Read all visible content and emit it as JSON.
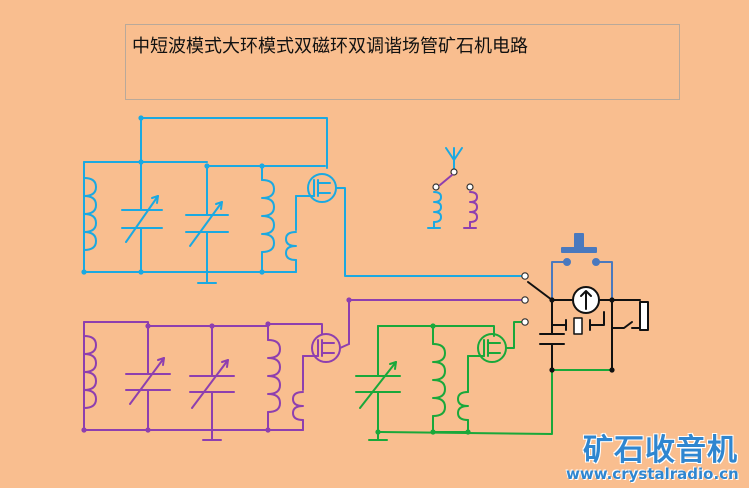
{
  "title": "中短波模式大环模式双磁环双调谐场管矿石机电路",
  "brand": {
    "logo_text": "矿石收音机",
    "url": "www.crystalradio.cn"
  },
  "colors": {
    "background": "#F9BE8F",
    "blue_circuit": "#1BA9E1",
    "purple_circuit": "#8E3FAF",
    "green_circuit": "#19A83A",
    "output_stage": "#111111",
    "button": "#4A79BE",
    "brand": "#2F86D0"
  },
  "icons": [
    "antenna-icon",
    "coil-icon",
    "variable-capacitor-icon",
    "fet-icon",
    "switch-contact-icon",
    "meter-icon",
    "crystal-icon",
    "push-button-icon",
    "earphone-jack-icon",
    "ground-icon"
  ]
}
